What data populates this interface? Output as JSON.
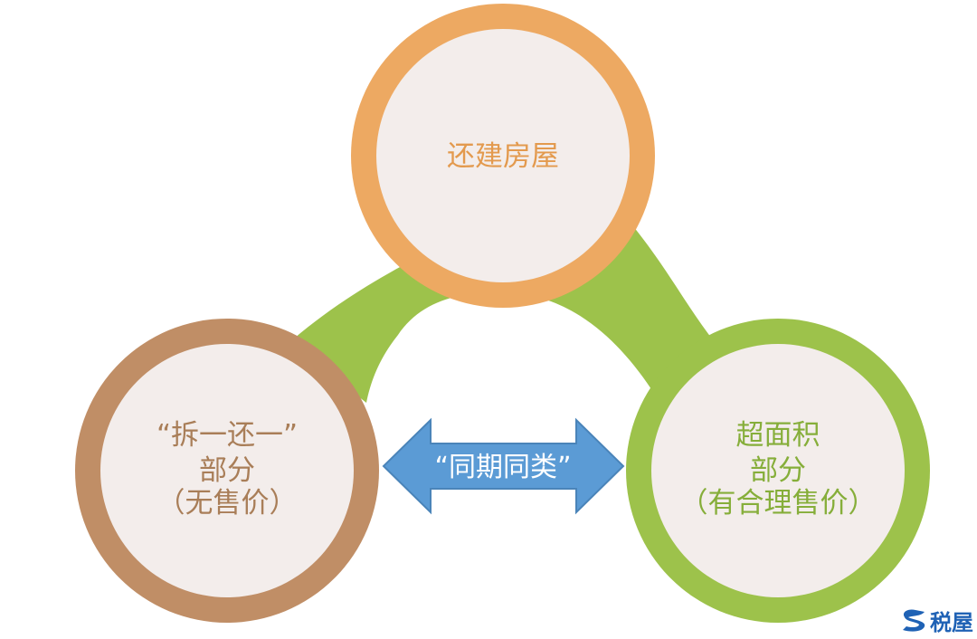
{
  "diagram": {
    "top": {
      "label": "还建房屋"
    },
    "left": {
      "line1": "“拆一还一”",
      "line2": "部分",
      "line3": "（无售价）"
    },
    "right": {
      "line1": "超面积",
      "line2": "部分",
      "line3": "（有合理售价）"
    },
    "arrow": {
      "label": "“同期同类”"
    }
  },
  "brand": {
    "name": "税屋"
  },
  "colors": {
    "orange_ring": "#EDA962",
    "brown_ring": "#C08E66",
    "green_ring": "#9DC24B",
    "connector": "#9DC24B",
    "circle_fill": "#F3EDEB",
    "text_orange": "#E39A4E",
    "text_brown": "#A97E58",
    "text_green": "#86AE3A",
    "arrow_fill": "#5B9BD5",
    "arrow_stroke": "#4A84B9",
    "logo_blue": "#1F62B5"
  }
}
